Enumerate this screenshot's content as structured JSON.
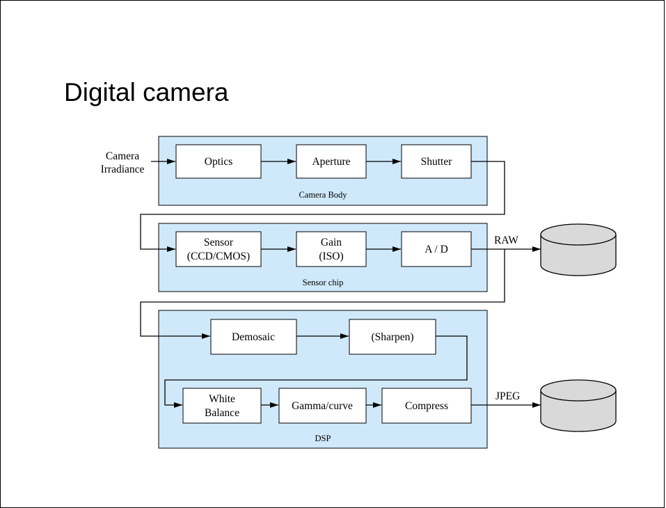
{
  "title": "Digital camera",
  "colors": {
    "group_fill": "#cfe9fb",
    "stroke": "#000000",
    "box_fill": "#ffffff"
  },
  "input": {
    "line1": "Camera",
    "line2": "Irradiance"
  },
  "camera_body": {
    "label": "Camera Body",
    "optics": "Optics",
    "aperture": "Aperture",
    "shutter": "Shutter"
  },
  "sensor_chip": {
    "label": "Sensor chip",
    "sensor": {
      "line1": "Sensor",
      "line2": "(CCD/CMOS)"
    },
    "gain": {
      "line1": "Gain",
      "line2": "(ISO)"
    },
    "ad": "A / D"
  },
  "dsp": {
    "label": "DSP",
    "demosaic": "Demosaic",
    "sharpen": "(Sharpen)",
    "white_balance": {
      "line1": "White",
      "line2": "Balance"
    },
    "gamma": "Gamma/curve",
    "compress": "Compress"
  },
  "outputs": {
    "raw": "RAW",
    "jpeg": "JPEG"
  },
  "storage_icon": "cylinder-icon"
}
